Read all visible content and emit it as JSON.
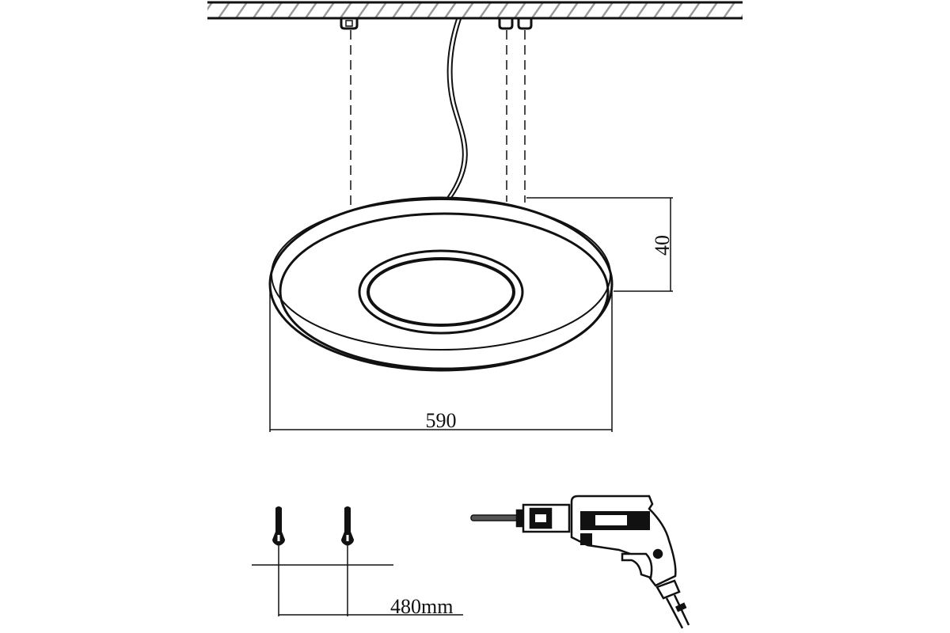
{
  "diagram": {
    "dimensions": {
      "height_label": "40",
      "diameter_label": "590",
      "anchor_spacing_label": "480mm"
    },
    "colors": {
      "line": "#111111",
      "hatch": "#9a9a9a",
      "background": "#ffffff"
    }
  }
}
